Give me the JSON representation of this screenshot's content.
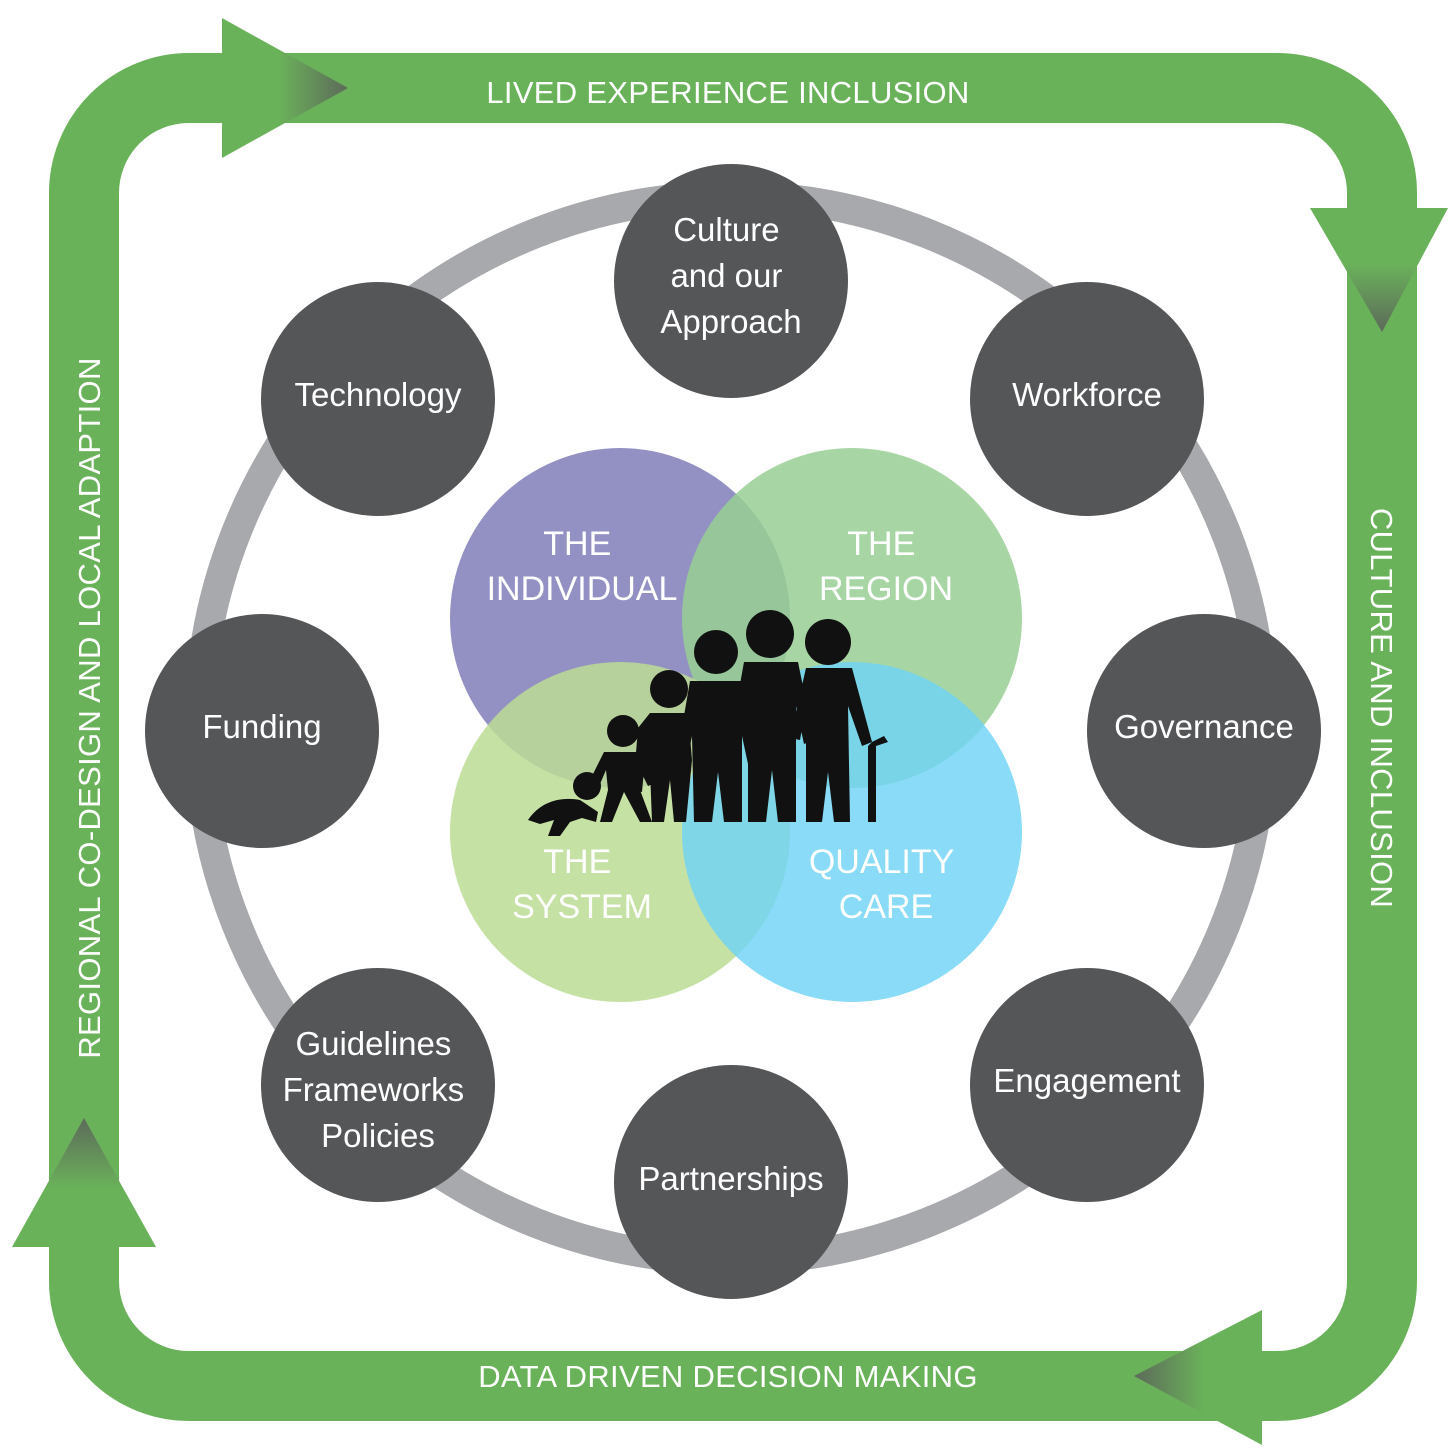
{
  "colors": {
    "frame_green": "#6ab25a",
    "ring_gray": "#a8a9ac",
    "node_dark": "#555658",
    "venn_individual": "#8a88bf",
    "venn_region": "#98cf94",
    "venn_system": "#bcdc94",
    "venn_quality": "#6fd3f5",
    "figures": "#111111",
    "text": "#ffffff"
  },
  "frame": {
    "top": "LIVED EXPERIENCE INCLUSION",
    "right": "CULTURE AND INCLUSION",
    "bottom": "DATA DRIVEN DECISION MAKING",
    "left": "REGIONAL CO-DESIGN AND LOCAL ADAPTION"
  },
  "nodes": {
    "culture": [
      "Culture",
      "and our",
      "Approach"
    ],
    "workforce": [
      "Workforce"
    ],
    "governance": [
      "Governance"
    ],
    "engagement": [
      "Engagement"
    ],
    "partnerships": [
      "Partnerships"
    ],
    "guidelines": [
      "Guidelines",
      "Frameworks",
      "Policies"
    ],
    "funding": [
      "Funding"
    ],
    "technology": [
      "Technology"
    ]
  },
  "venn": {
    "individual": [
      "THE",
      "INDIVIDUAL"
    ],
    "region": [
      "THE",
      "REGION"
    ],
    "system": [
      "THE",
      "SYSTEM"
    ],
    "quality": [
      "QUALITY",
      "CARE"
    ]
  },
  "icons": {
    "arrows": "arrow-head-icon",
    "family": "family-generations-icon"
  }
}
